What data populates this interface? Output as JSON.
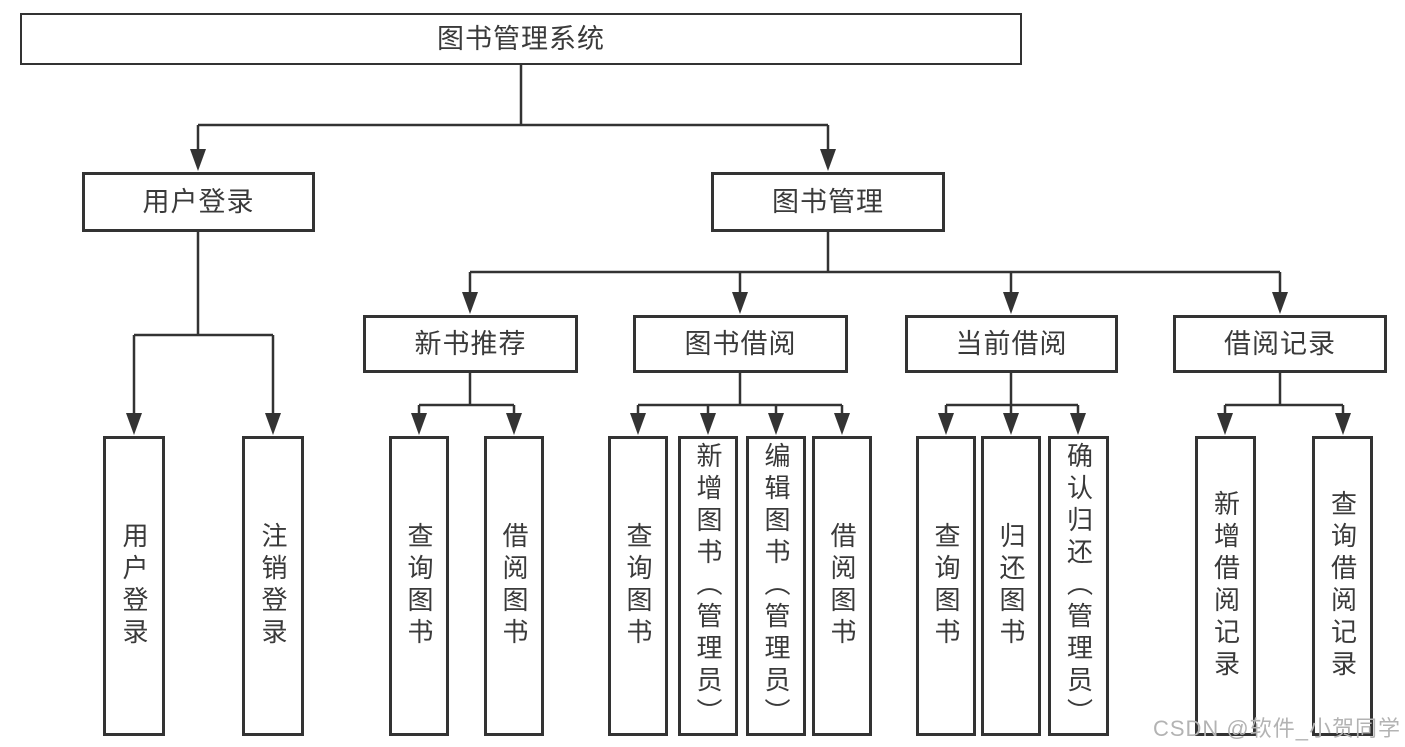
{
  "diagram": {
    "root": {
      "label": "图书管理系统"
    },
    "level2": {
      "user_login": {
        "label": "用户登录"
      },
      "book_management": {
        "label": "图书管理"
      }
    },
    "level3": {
      "new_book_recommend": {
        "label": "新书推荐"
      },
      "book_borrow": {
        "label": "图书借阅"
      },
      "current_borrow": {
        "label": "当前借阅"
      },
      "borrow_records": {
        "label": "借阅记录"
      }
    },
    "leaves": {
      "user_login_login": {
        "label": "用户登录"
      },
      "user_login_logout": {
        "label": "注销登录"
      },
      "recommend_query_books": {
        "label": "查询图书"
      },
      "recommend_borrow_books": {
        "label": "借阅图书"
      },
      "borrow_query_books": {
        "label": "查询图书"
      },
      "borrow_add_books_admin": {
        "label": "新增图书（管理员）"
      },
      "borrow_edit_books_admin": {
        "label": "编辑图书（管理员）"
      },
      "borrow_borrow_books": {
        "label": "借阅图书"
      },
      "current_query_books": {
        "label": "查询图书"
      },
      "current_return_books": {
        "label": "归还图书"
      },
      "current_confirm_return_admin": {
        "label": "确认归还（管理员）"
      },
      "records_add_record": {
        "label": "新增借阅记录"
      },
      "records_query_record": {
        "label": "查询借阅记录"
      }
    }
  },
  "watermark": {
    "text": "CSDN @软件_小贺同学"
  },
  "colors": {
    "line": "#333333",
    "box_border": "#333333",
    "text": "#3a3a3a",
    "watermark": "#b3b3b3",
    "background": "#ffffff"
  }
}
